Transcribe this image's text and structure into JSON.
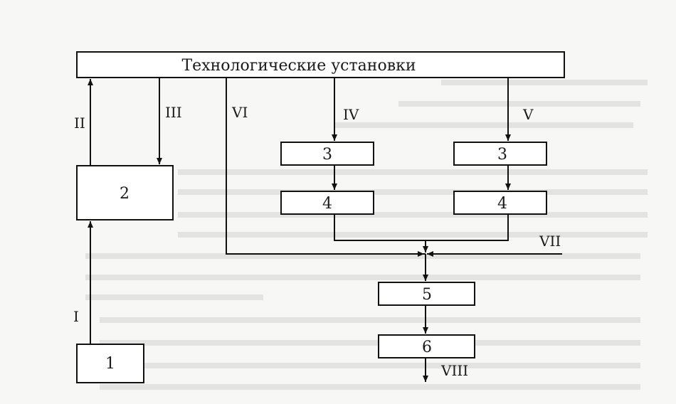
{
  "diagram": {
    "title": "Технологические установки",
    "blocks": {
      "b1": "1",
      "b2": "2",
      "b3a": "3",
      "b4a": "4",
      "b3b": "3",
      "b4b": "4",
      "b5": "5",
      "b6": "6"
    },
    "flows": {
      "I": "I",
      "II": "II",
      "III": "III",
      "IV": "IV",
      "V": "V",
      "VI": "VI",
      "VII": "VII",
      "VIII": "VIII"
    }
  }
}
